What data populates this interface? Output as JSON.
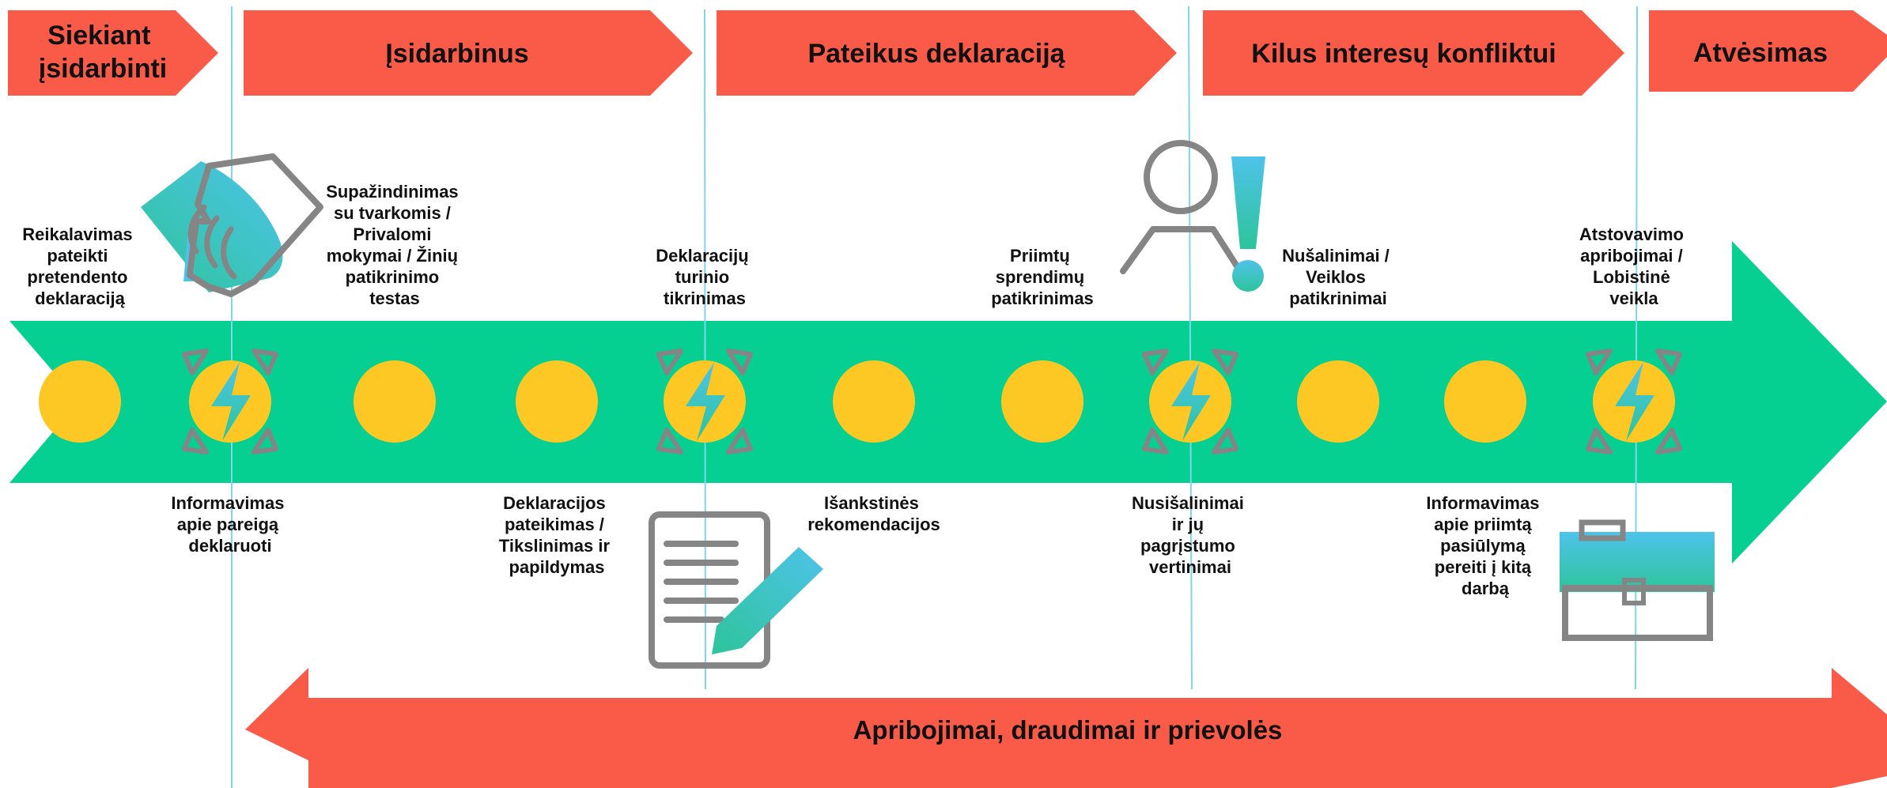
{
  "phases": [
    [
      "Siekiant",
      "įsidarbinti"
    ],
    [
      "Įsidarbinus"
    ],
    [
      "Pateikus deklaraciją"
    ],
    [
      "Kilus interesų konfliktui"
    ],
    [
      "Atvėsimas"
    ]
  ],
  "labels_above": [
    [
      "Reikalavimas",
      "pateikti",
      "pretendento",
      "deklaraciją"
    ],
    [
      "Supažindinimas",
      "su tvarkomis /",
      "Privalomi",
      "mokymai / Žinių",
      "patikrinimo",
      "testas"
    ],
    [
      "Deklaracijų",
      "turinio",
      "tikrinimas"
    ],
    [
      "Priimtų",
      "sprendimų",
      "patikrinimas"
    ],
    [
      "Nušalinimai /",
      "Veiklos",
      "patikrinimai"
    ],
    [
      "Atstovavimo",
      "apribojimai /",
      "Lobistinė",
      "veikla"
    ]
  ],
  "labels_below": [
    [
      "Informavimas",
      "apie pareigą",
      "deklaruoti"
    ],
    [
      "Deklaracijos",
      "pateikimas /",
      "Tikslinimas ir",
      "papildymas"
    ],
    [
      "Išankstinės",
      "rekomendacijos"
    ],
    [
      "Nusišalinimai",
      "ir jų",
      "pagrįstumo",
      "vertinimai"
    ],
    [
      "Informavimas",
      "apie priimtą",
      "pasiūlymą",
      "pereiti į kitą",
      "darbą"
    ]
  ],
  "bottom_bar": "Apribojimai, draudimai ir prievolės",
  "colors": {
    "phase": "#fa5a48",
    "timeline": "#05cf91",
    "dot": "#fec824",
    "divider": "#7fd6ec",
    "icon_gray": "#858585",
    "gradient_top": "#4ec3ea",
    "gradient_bottom": "#2dc49a"
  },
  "icons": [
    "handshake-icon",
    "person-alert-icon",
    "document-pen-icon",
    "briefcase-icon",
    "lightning-icon"
  ]
}
